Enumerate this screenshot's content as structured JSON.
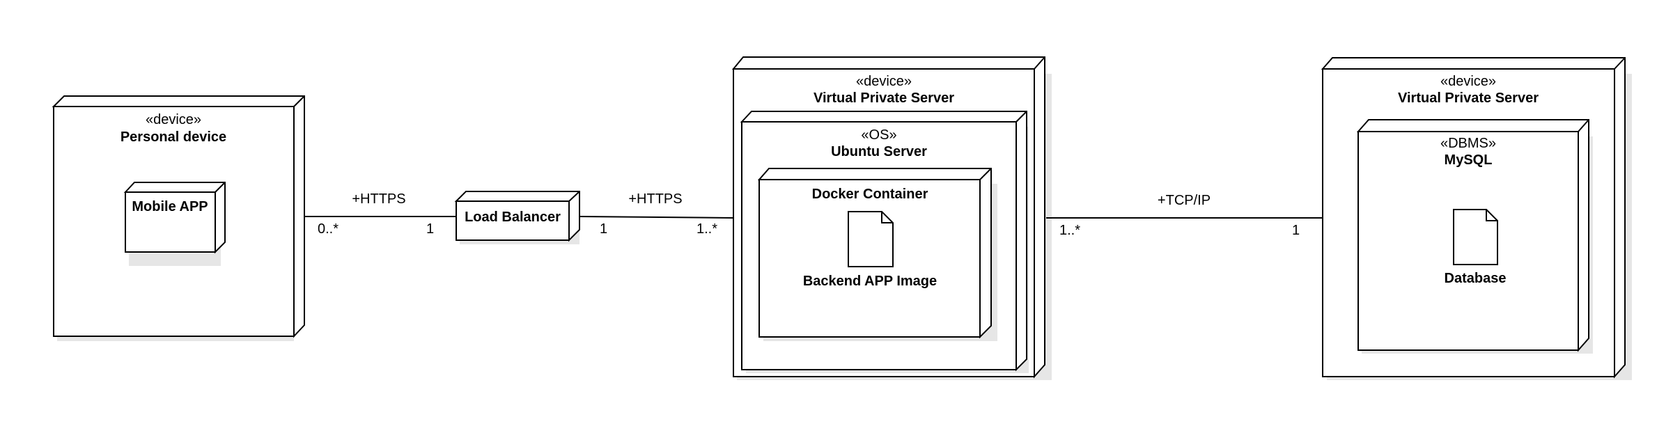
{
  "nodes": {
    "personal_device": {
      "stereotype": "«device»",
      "name": "Personal device"
    },
    "mobile_app": {
      "name": "Mobile APP"
    },
    "load_balancer": {
      "name": "Load Balancer"
    },
    "vps_backend": {
      "stereotype": "«device»",
      "name": "Virtual Private Server"
    },
    "ubuntu": {
      "stereotype": "«OS»",
      "name": "Ubuntu Server"
    },
    "docker": {
      "name": "Docker Container"
    },
    "backend_image": {
      "name": "Backend APP Image"
    },
    "vps_db": {
      "stereotype": "«device»",
      "name": "Virtual Private Server"
    },
    "mysql": {
      "stereotype": "«DBMS»",
      "name": "MySQL"
    },
    "database": {
      "name": "Database"
    }
  },
  "edges": {
    "device_to_lb": {
      "label": "+HTTPS",
      "source_mult": "0..*",
      "target_mult": "1"
    },
    "lb_to_vps": {
      "label": "+HTTPS",
      "source_mult": "1",
      "target_mult": "1..*"
    },
    "vps_to_db": {
      "label": "+TCP/IP",
      "source_mult": "1..*",
      "target_mult": "1"
    }
  }
}
